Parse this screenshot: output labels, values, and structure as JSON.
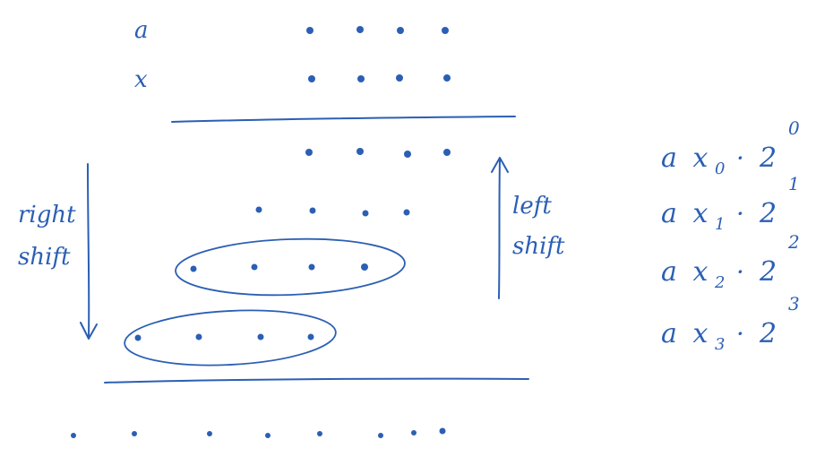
{
  "labels": {
    "row_a": "a",
    "row_x": "x",
    "right_shift": [
      "right",
      "shift"
    ],
    "left_shift": [
      "left",
      "shift"
    ]
  },
  "terms": [
    {
      "coef": "a",
      "var": "x",
      "sub": "0",
      "base": "2",
      "exp": "0"
    },
    {
      "coef": "a",
      "var": "x",
      "sub": "1",
      "base": "2",
      "exp": "1"
    },
    {
      "coef": "a",
      "var": "x",
      "sub": "2",
      "base": "2",
      "exp": "2"
    },
    {
      "coef": "a",
      "var": "x",
      "sub": "3",
      "base": "2",
      "exp": "3"
    }
  ],
  "ink_color": "#2b5fb4"
}
